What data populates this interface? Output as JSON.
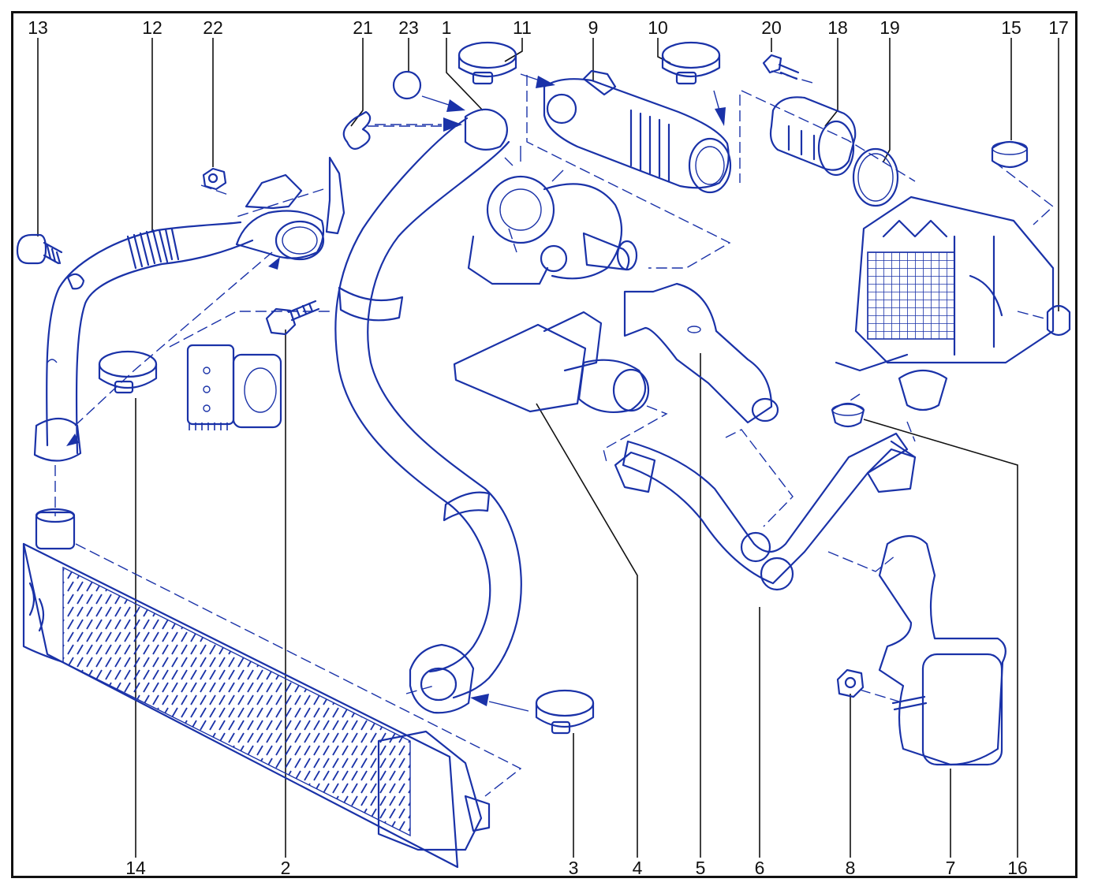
{
  "labels": {
    "top": [
      "13",
      "12",
      "22",
      "21",
      "23",
      "1",
      "11",
      "9",
      "10",
      "20",
      "18",
      "19",
      "15",
      "17"
    ],
    "bottom": [
      "14",
      "2",
      "3",
      "4",
      "5",
      "6",
      "8",
      "7",
      "16"
    ]
  },
  "colors": {
    "line": "#111111",
    "parts": "#1a32a8",
    "frame": "#111111"
  }
}
